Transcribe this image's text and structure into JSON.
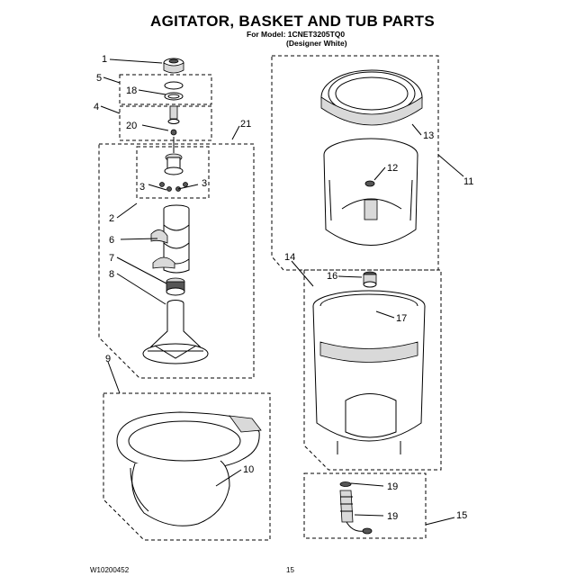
{
  "header": {
    "title": "AGITATOR, BASKET AND TUB PARTS",
    "model_line": "For Model: 1CNET3205TQ0",
    "color_line": "(Designer White)"
  },
  "footer": {
    "doc_number": "W10200452",
    "page_number": "15"
  },
  "callouts": {
    "c1": "1",
    "c2": "2",
    "c3a": "3",
    "c3b": "3",
    "c4": "4",
    "c5": "5",
    "c6": "6",
    "c7": "7",
    "c8": "8",
    "c9": "9",
    "c10": "10",
    "c11": "11",
    "c12": "12",
    "c13": "13",
    "c14": "14",
    "c15": "15",
    "c16": "16",
    "c17": "17",
    "c18": "18",
    "c19a": "19",
    "c19b": "19",
    "c20": "20",
    "c21": "21"
  }
}
